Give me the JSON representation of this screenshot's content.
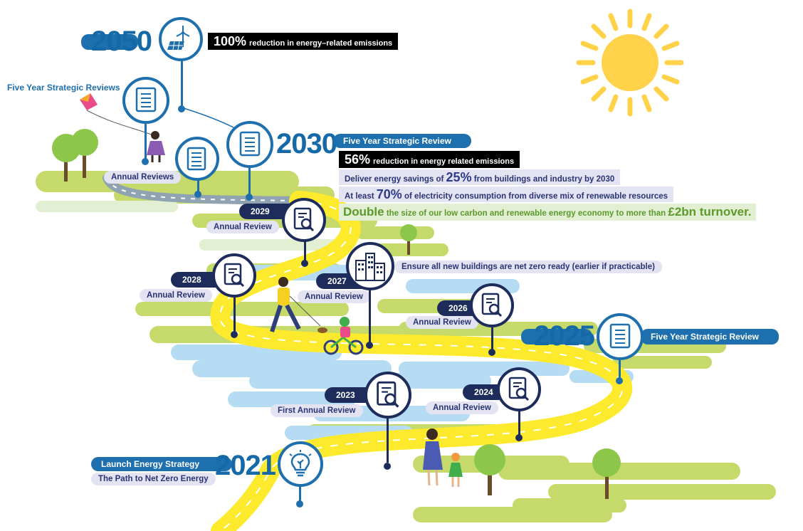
{
  "milestones": {
    "y2050": {
      "year": "2050",
      "headline_big": "100%",
      "headline_rest": "reduction in energy–related emissions"
    },
    "five_year_reviews_label": "Five Year Strategic Reviews",
    "annual_reviews_label": "Annual Reviews",
    "y2030": {
      "year": "2030",
      "title": "Five Year Strategic Review",
      "target1_big": "56%",
      "target1_rest": "reduction in energy related emissions",
      "target2_pre": "Deliver energy savings of",
      "target2_big": "25%",
      "target2_post": "from buildings and industry by 2030",
      "target3_pre": "At least",
      "target3_big": "70%",
      "target3_post": "of electricity consumption from diverse mix of renewable resources",
      "target4_big1": "Double",
      "target4_mid": "the size of our low carbon and renewable energy economy to more than",
      "target4_big2": "£2bn turnover."
    },
    "y2029": {
      "year": "2029",
      "label": "Annual Review"
    },
    "y2028": {
      "year": "2028",
      "label": "Annual Review"
    },
    "y2027": {
      "year": "2027",
      "label": "Annual Review",
      "note": "Ensure all new buildings are net zero ready (earlier if practicable)"
    },
    "y2026": {
      "year": "2026",
      "label": "Annual Review"
    },
    "y2025": {
      "year": "2025",
      "title": "Five Year Strategic Review"
    },
    "y2024": {
      "year": "2024",
      "label": "Annual Review"
    },
    "y2023": {
      "year": "2023",
      "label": "First Annual Review"
    },
    "y2021": {
      "year": "2021",
      "title": "Launch Energy Strategy",
      "subtitle": "The Path to Net Zero Energy"
    }
  },
  "colors": {
    "primary_blue": "#1e6fae",
    "navy": "#1e2c5b",
    "road_yellow": "#fdea2d",
    "grass": "#c5da6a",
    "water": "#b5dcf3",
    "sun": "#ffd24a"
  },
  "icons": [
    "wind-solar-icon",
    "checklist-icon",
    "document-search-icon",
    "buildings-icon",
    "lightbulb-icon",
    "sun-icon"
  ]
}
